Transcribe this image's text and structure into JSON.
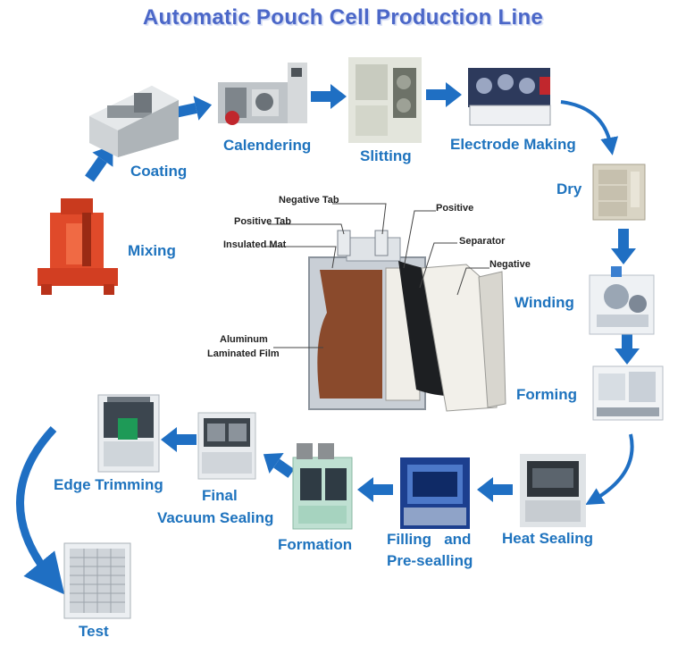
{
  "title": "Automatic Pouch Cell Production Line",
  "steps": {
    "mixing": "Mixing",
    "coating": "Coating",
    "calendering": "Calendering",
    "slitting": "Slitting",
    "electrode_making": "Electrode Making",
    "dry": "Dry",
    "winding": "Winding",
    "forming": "Forming",
    "heat_sealing": "Heat Sealing",
    "filling_line1": "Filling   and",
    "filling_line2": "Pre-sealling",
    "formation": "Formation",
    "final_line1": "Final",
    "final_line2": "Vacuum Sealing",
    "edge_trimming": "Edge Trimming",
    "test": "Test"
  },
  "cell_diagram": {
    "negative_tab": "Negative Tab",
    "positive_tab": "Positive Tab",
    "insulated_mat": "Insulated Mat",
    "aluminum_line1": "Aluminum",
    "aluminum_line2": "Laminated Film",
    "positive": "Positive",
    "separator": "Separator",
    "negative": "Negative"
  },
  "colors": {
    "label_blue": "#1e73be",
    "arrow_blue": "#1f6fc3",
    "title_blue": "#4b67c8"
  }
}
